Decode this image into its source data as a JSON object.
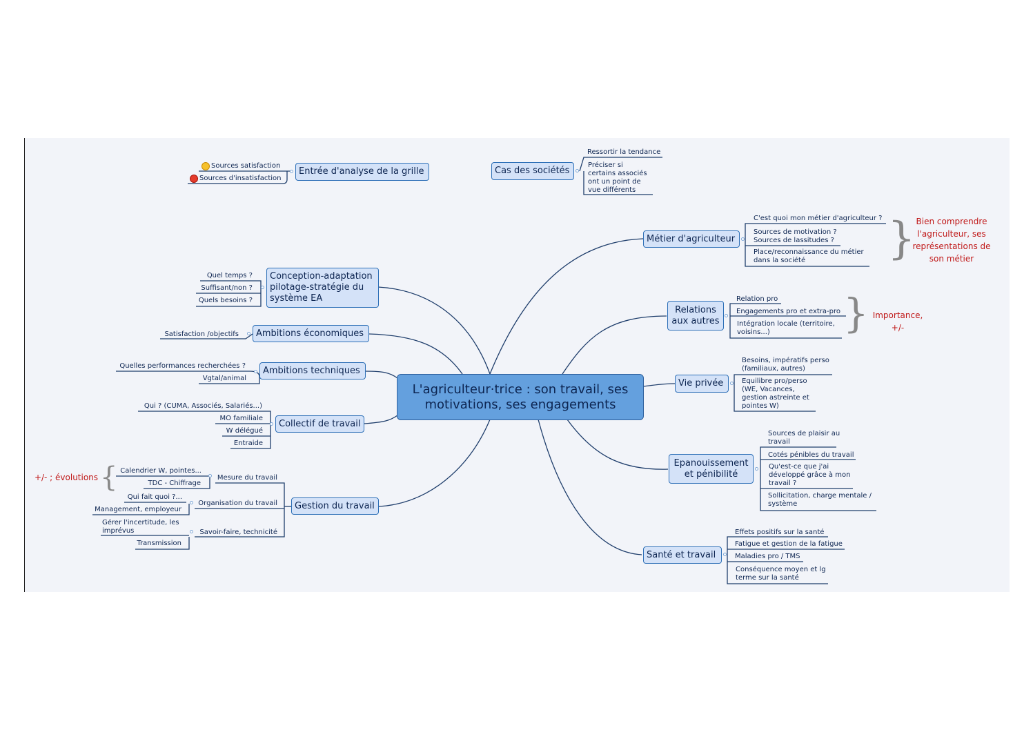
{
  "central": "L'agriculteur·trice : son travail, ses motivations,  ses engagements",
  "left": {
    "entree": {
      "label": "Entrée d'analyse de la grille",
      "children": [
        "Sources satisfaction",
        "Sources d'insatisfaction"
      ],
      "icons": [
        "smiley-happy-icon",
        "smiley-angry-icon"
      ]
    },
    "conception": {
      "label": "Conception-adaptation pilotage-stratégie du système EA",
      "children": [
        "Quel temps ?",
        "Suffisant/non ?",
        "Quels besoins ?"
      ]
    },
    "ambitions_eco": {
      "label": "Ambitions économiques",
      "children": [
        "Satisfaction /objectifs"
      ]
    },
    "ambitions_tech": {
      "label": "Ambitions techniques",
      "children": [
        "Quelles performances recherchées ?",
        "Vgtal/animal"
      ]
    },
    "collectif": {
      "label": "Collectif de travail",
      "children": [
        "Qui ? (CUMA, Associés, Salariés...)",
        "MO familiale",
        "W délégué",
        "Entraide"
      ]
    },
    "gestion": {
      "label": "Gestion du travail",
      "sub": [
        {
          "label": "Mesure du travail",
          "children": [
            "Calendrier W, pointes...",
            "TDC - Chiffrage"
          ]
        },
        {
          "label": "Organisation du travail",
          "children": [
            "Qui fait quoi ?...",
            "Management, employeur"
          ]
        },
        {
          "label": "Savoir-faire, technicité",
          "children": [
            "Gérer l'incertitude, les imprévus",
            "Transmission"
          ]
        }
      ],
      "note": "+/- ; évolutions"
    }
  },
  "right": {
    "cas": {
      "label": "Cas des sociétés",
      "children": [
        "Ressortir la tendance",
        "Préciser si certains associés ont un point de vue différents"
      ]
    },
    "metier": {
      "label": "Métier d'agriculteur",
      "children": [
        "C'est quoi mon métier d'agriculteur ?",
        "Sources de motivation ? Sources de lassitudes ?",
        "Place/reconnaissance du métier dans la société"
      ],
      "note": "Bien comprendre l'agriculteur, ses représentations de son métier"
    },
    "relations": {
      "label": "Relations aux autres",
      "children": [
        "Relation pro",
        "Engagements pro et extra-pro",
        "Intégration locale (territoire, voisins...)"
      ],
      "note": "Importance, +/-"
    },
    "vie": {
      "label": "Vie privée",
      "children": [
        "Besoins, impératifs perso (familiaux, autres)",
        "Equilibre pro/perso (WE, Vacances, gestion astreinte et pointes W)"
      ]
    },
    "epanouissement": {
      "label": "Epanouissement et pénibilité",
      "children": [
        "Sources de plaisir au travail",
        "Cotés pénibles du travail",
        "Qu'est-ce que j'ai développé grâce à mon travail ?",
        "Sollicitation, charge mentale / système"
      ]
    },
    "sante": {
      "label": "Santé et travail",
      "children": [
        "Effets positifs sur la santé",
        "Fatigue et gestion de la fatigue",
        "Maladies pro / TMS",
        "Conséquence moyen et lg terme sur la santé"
      ]
    }
  },
  "colors": {
    "background": "#f2f4f9",
    "topic_fill": "#d4e2f8",
    "central_fill": "#64a0de",
    "line": "#1e3d6b",
    "note": "#c01818"
  }
}
